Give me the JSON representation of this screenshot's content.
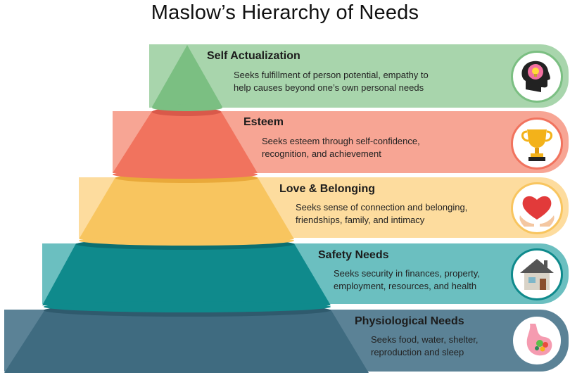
{
  "title": "Maslow’s Hierarchy of Needs",
  "levels": [
    {
      "title": "Self Actualization",
      "description": "Seeks fulfillment of person potential, empathy to\nhelp causes beyond one’s own personal needs",
      "icon": "brain-lightbulb-icon",
      "band_color": "#a8d5ac",
      "accent_color": "#7bbf82"
    },
    {
      "title": "Esteem",
      "description": "Seeks esteem through self-confidence,\nrecognition, and achievement",
      "icon": "trophy-icon",
      "band_color": "#f7a594",
      "accent_color": "#f1735e"
    },
    {
      "title": "Love & Belonging",
      "description": "Seeks sense of connection and belonging,\nfriendships, family, and intimacy",
      "icon": "heart-in-hands-icon",
      "band_color": "#fddc9e",
      "accent_color": "#f8c55f"
    },
    {
      "title": "Safety Needs",
      "description": "Seeks security in finances, property,\nemployment, resources, and health",
      "icon": "house-icon",
      "band_color": "#6bbfc0",
      "accent_color": "#0f8a8c"
    },
    {
      "title": "Physiological Needs",
      "description": "Seeks food, water, shelter,\nreproduction and sleep",
      "icon": "stomach-food-icon",
      "band_color": "#5b8296",
      "accent_color": "#3f6b80"
    }
  ]
}
